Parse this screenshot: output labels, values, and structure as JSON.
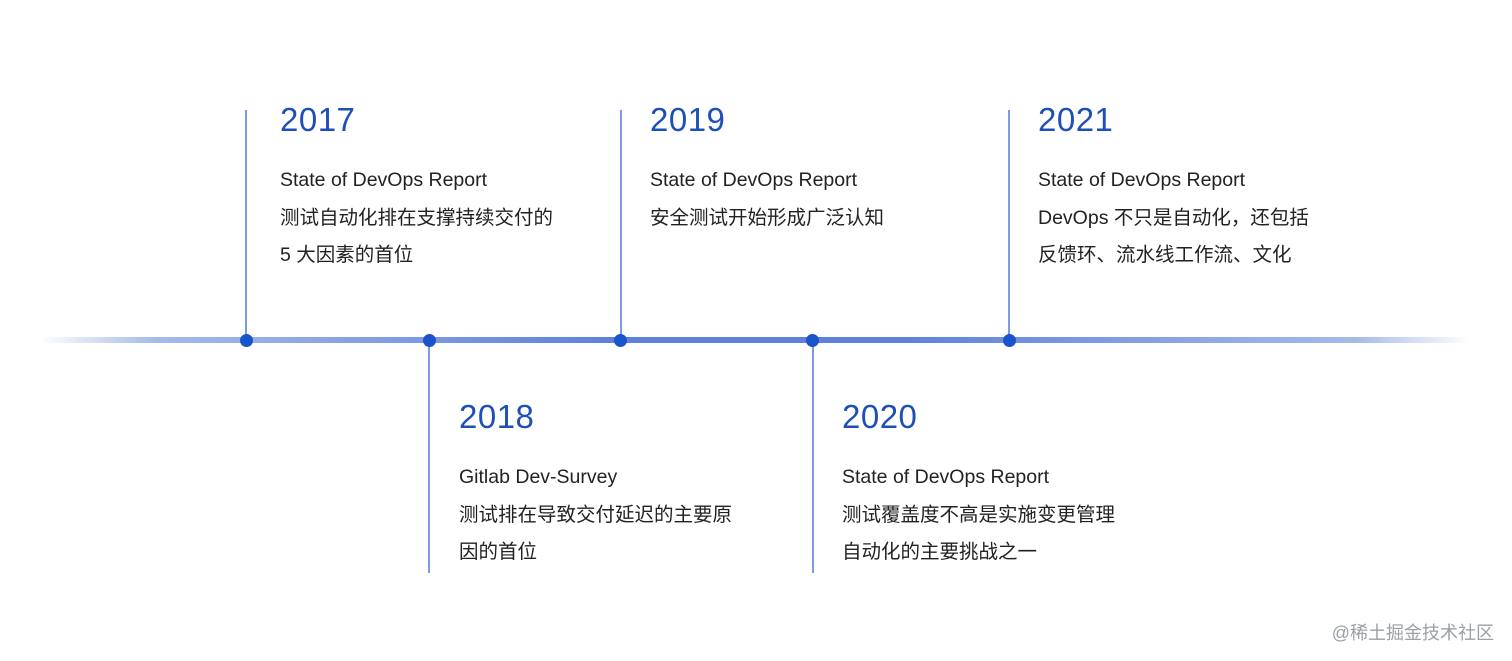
{
  "entries": [
    {
      "year": "2017",
      "lines": [
        "State of DevOps Report",
        "测试自动化排在支撑持续交付的",
        "5 大因素的首位"
      ]
    },
    {
      "year": "2018",
      "lines": [
        "Gitlab Dev-Survey",
        "测试排在导致交付延迟的主要原",
        "因的首位"
      ]
    },
    {
      "year": "2019",
      "lines": [
        "State of DevOps Report",
        "安全测试开始形成广泛认知"
      ]
    },
    {
      "year": "2020",
      "lines": [
        "State of DevOps Report",
        "测试覆盖度不高是实施变更管理",
        "自动化的主要挑战之一"
      ]
    },
    {
      "year": "2021",
      "lines": [
        "State of DevOps Report",
        "DevOps 不只是自动化，还包括",
        "反馈环、流水线工作流、文化"
      ]
    }
  ],
  "watermark": "@稀土掘金技术社区",
  "colors": {
    "year": "#1e4fb8",
    "dot": "#1a54cc",
    "line": "#5d82d6",
    "connector": "#7c9be0"
  }
}
